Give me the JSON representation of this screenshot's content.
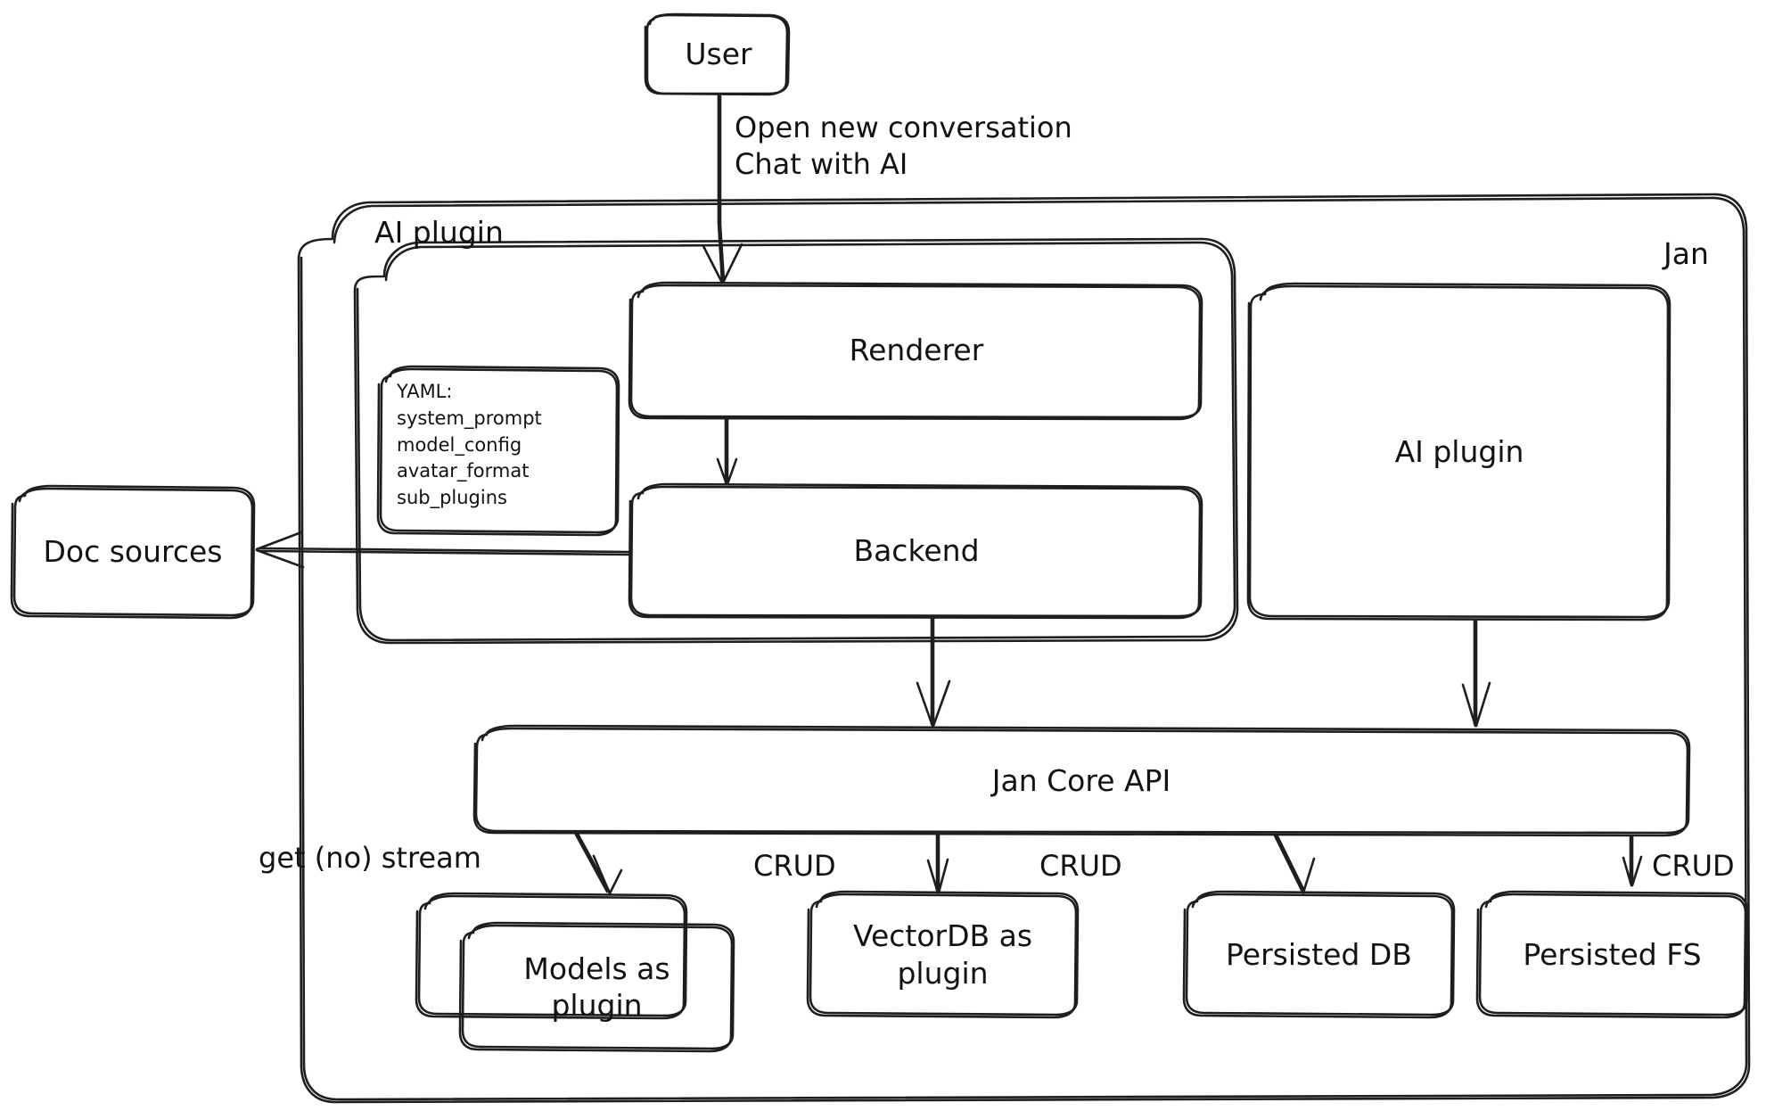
{
  "diagram": {
    "title": "Jan architecture diagram",
    "style": "hand-drawn excalidraw sketch",
    "stroke_color": "#1e1e1e",
    "background_color": "#ffffff"
  },
  "containers": [
    {
      "id": "jan",
      "label": "Jan"
    },
    {
      "id": "ai-plugin-group",
      "label": "AI plugin"
    }
  ],
  "nodes": {
    "user": {
      "label": "User"
    },
    "renderer": {
      "label": "Renderer"
    },
    "backend": {
      "label": "Backend"
    },
    "ai_plugin_right": {
      "label": "AI plugin"
    },
    "doc_sources": {
      "label": "Doc sources"
    },
    "jan_core_api": {
      "label": "Jan Core API"
    },
    "models_as_plugin": {
      "label": "Models as\nplugin"
    },
    "vectordb_as_plugin": {
      "label": "VectorDB as\nplugin"
    },
    "persisted_db": {
      "label": "Persisted DB"
    },
    "persisted_fs": {
      "label": "Persisted FS"
    }
  },
  "yaml_note": {
    "heading": "YAML:",
    "keys": [
      "system_prompt",
      "model_config",
      "avatar_format",
      "sub_plugins"
    ]
  },
  "edge_labels": {
    "user_to_renderer": "Open new conversation\nChat with AI",
    "models_stream": "get (no) stream",
    "crud_vectordb": "CRUD",
    "crud_persisted_db": "CRUD",
    "crud_persisted_fs": "CRUD"
  },
  "edges": [
    {
      "from": "user",
      "to": "renderer",
      "label": "Open new conversation / Chat with AI"
    },
    {
      "from": "renderer",
      "to": "backend",
      "label": ""
    },
    {
      "from": "backend",
      "to": "doc_sources",
      "label": ""
    },
    {
      "from": "backend",
      "to": "jan_core_api",
      "label": ""
    },
    {
      "from": "ai_plugin_right",
      "to": "jan_core_api",
      "label": ""
    },
    {
      "from": "jan_core_api",
      "to": "models_as_plugin",
      "label": "get (no) stream"
    },
    {
      "from": "jan_core_api",
      "to": "vectordb_as_plugin",
      "label": "CRUD"
    },
    {
      "from": "jan_core_api",
      "to": "persisted_db",
      "label": "CRUD"
    },
    {
      "from": "jan_core_api",
      "to": "persisted_fs",
      "label": "CRUD"
    }
  ]
}
